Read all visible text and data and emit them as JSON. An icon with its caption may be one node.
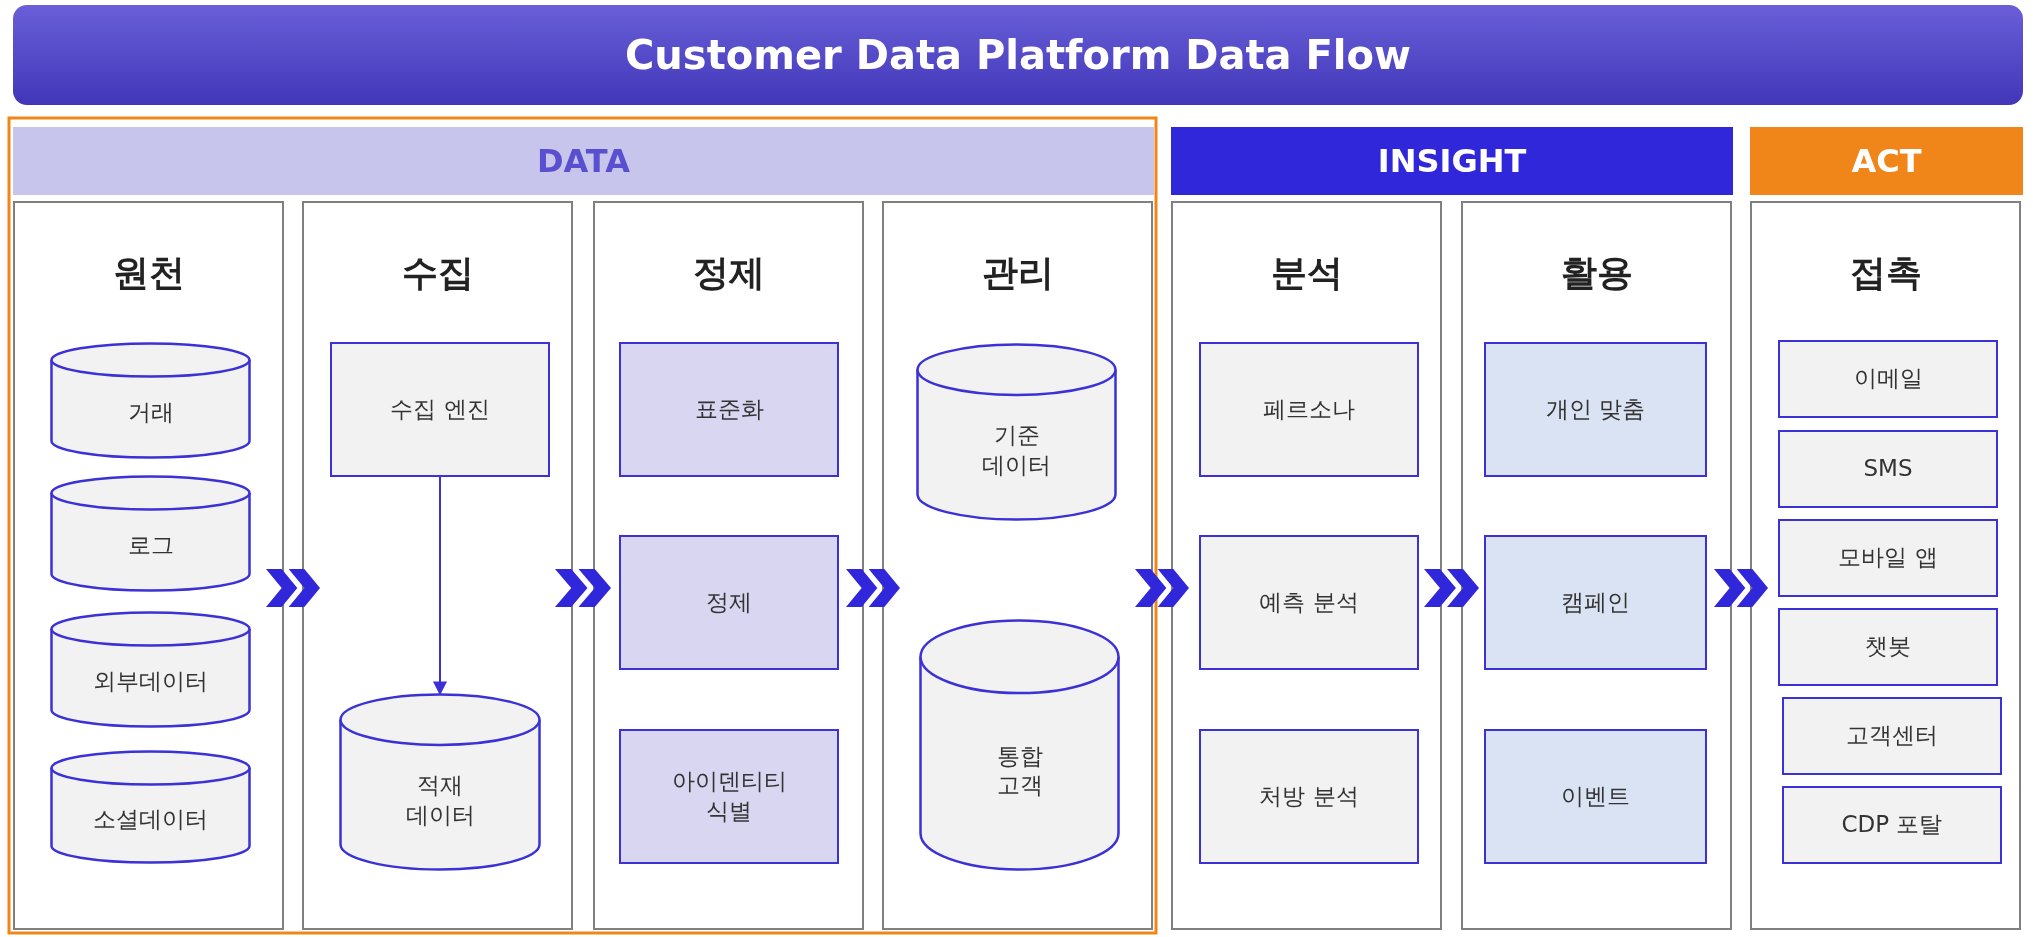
{
  "diagram": {
    "title": "Customer Data Platform Data Flow",
    "nodes": [
      {
        "text": [
          "DATA"
        ]
      },
      {
        "text": [
          "INSIGHT"
        ]
      },
      {
        "text": [
          "ACT"
        ]
      },
      {
        "text": [
          "원천"
        ]
      },
      {
        "text": [
          "거래"
        ],
        "in": 3
      },
      {
        "text": [
          "로그"
        ],
        "in": 3
      },
      {
        "text": [
          "외부데이터"
        ],
        "in": 3
      },
      {
        "text": [
          "소셜데이터"
        ],
        "in": 3
      },
      {
        "text": [
          "수집"
        ]
      },
      {
        "text": [
          "수집 엔진"
        ],
        "in": 8
      },
      {
        "text": [
          "적재 데이터"
        ],
        "in": 8
      },
      {
        "text": [
          "정제"
        ]
      },
      {
        "text": [
          "표준화"
        ],
        "in": 11
      },
      {
        "text": [
          "정제"
        ],
        "in": 11
      },
      {
        "text": [
          "아이덴티티 식별"
        ],
        "in": 11
      },
      {
        "text": [
          "관리"
        ]
      },
      {
        "text": [
          "기준 데이터"
        ],
        "in": 15
      },
      {
        "text": [
          "통합 고객"
        ],
        "in": 15
      },
      {
        "text": [
          "분석"
        ]
      },
      {
        "text": [
          "페르소나"
        ],
        "in": 18
      },
      {
        "text": [
          "예측 분석"
        ],
        "in": 18
      },
      {
        "text": [
          "처방 분석"
        ],
        "in": 18
      },
      {
        "text": [
          "활용"
        ]
      },
      {
        "text": [
          "개인 맞춤"
        ],
        "in": 22
      },
      {
        "text": [
          "캠페인"
        ],
        "in": 22
      },
      {
        "text": [
          "이벤트"
        ],
        "in": 22
      },
      {
        "text": [
          "접촉"
        ]
      },
      {
        "text": [
          "이메일"
        ],
        "in": 26
      },
      {
        "text": [
          "SMS"
        ],
        "in": 26
      },
      {
        "text": [
          "모바일 앱"
        ],
        "in": 26
      },
      {
        "text": [
          "챗봇"
        ],
        "in": 26
      },
      {
        "text": [
          "고객센터"
        ],
        "in": 26
      },
      {
        "text": [
          "CDP 포탈"
        ],
        "in": 26
      }
    ],
    "edges": [
      {
        "from": 9,
        "to": 10,
        "arrow": "to"
      },
      {
        "from": 3,
        "to": 8,
        "arrow": "to",
        "style": "thick"
      },
      {
        "from": 8,
        "to": 11,
        "arrow": "to",
        "style": "thick"
      },
      {
        "from": 11,
        "to": 15,
        "arrow": "to",
        "style": "thick"
      },
      {
        "from": 15,
        "to": 18,
        "arrow": "to",
        "style": "thick"
      },
      {
        "from": 18,
        "to": 22,
        "arrow": "to",
        "style": "thick"
      },
      {
        "from": 22,
        "to": 26,
        "arrow": "to",
        "style": "thick"
      }
    ]
  }
}
